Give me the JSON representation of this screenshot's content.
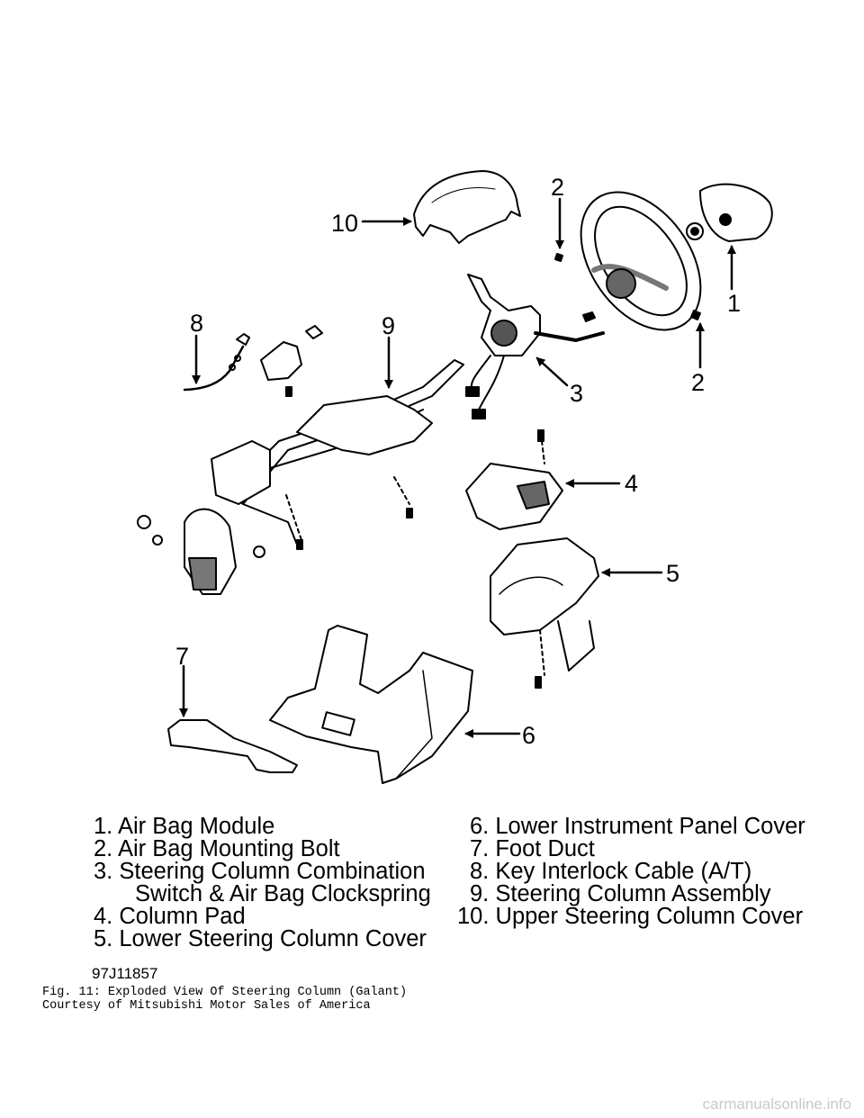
{
  "callouts": [
    "1",
    "2",
    "2",
    "3",
    "4",
    "5",
    "6",
    "7",
    "8",
    "9",
    "10"
  ],
  "legend_left": [
    "1. Air Bag Module",
    "2. Air Bag Mounting Bolt",
    "3. Steering Column Combination",
    "Switch & Air Bag Clockspring",
    "4. Column Pad",
    "5. Lower Steering Column Cover"
  ],
  "legend_right": [
    "6. Lower Instrument Panel Cover",
    "7. Foot Duct",
    "8. Key Interlock Cable (A/T)",
    "9. Steering Column Assembly",
    "10. Upper Steering Column Cover"
  ],
  "figure_id": "97J11857",
  "caption_line1": "Fig. 11:  Exploded View Of Steering Column (Galant)",
  "caption_line2": "Courtesy of Mitsubishi Motor Sales of America",
  "watermark": "carmanualsonline.info"
}
